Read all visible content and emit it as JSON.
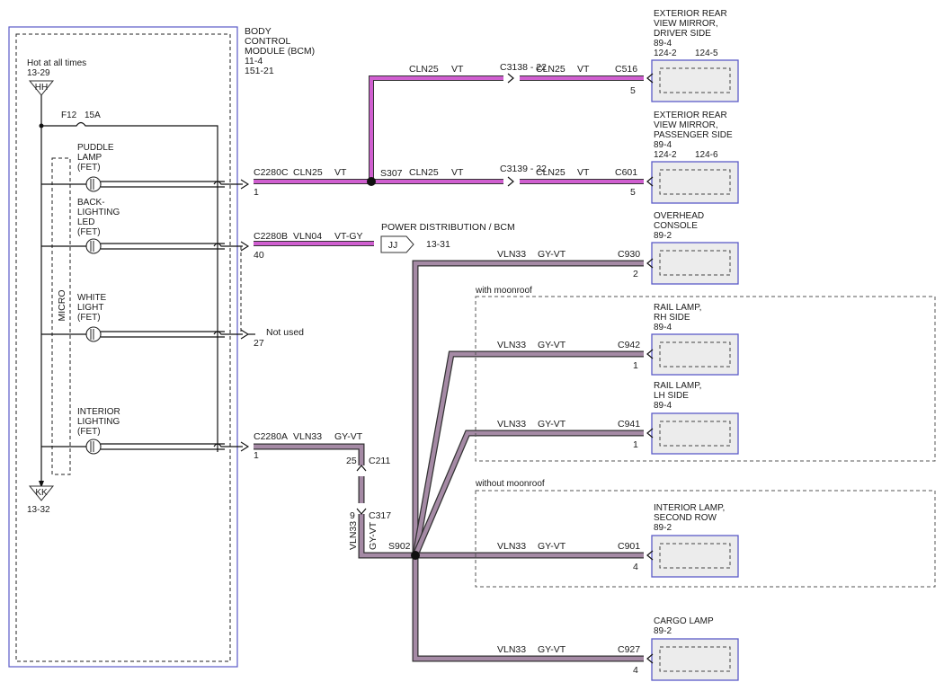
{
  "bcm": {
    "title_lines": [
      "BODY",
      "CONTROL",
      "MODULE (BCM)"
    ],
    "ref_lines": [
      "11-4",
      "151-21"
    ]
  },
  "power": {
    "label": "Hot at all times",
    "ref": "13-29",
    "tag": "HH",
    "fuse_label": "F12",
    "fuse_rating": "15A"
  },
  "ground": {
    "tag": "KK",
    "ref": "13-32"
  },
  "micro_label": "MICRO",
  "fets": [
    {
      "lines": [
        "PUDDLE",
        "LAMP",
        "(FET)"
      ]
    },
    {
      "lines": [
        "BACK-",
        "LIGHTING",
        "LED",
        "(FET)"
      ]
    },
    {
      "lines": [
        "WHITE",
        "LIGHT",
        "(FET)"
      ]
    },
    {
      "lines": [
        "INTERIOR",
        "LIGHTING",
        "(FET)"
      ]
    }
  ],
  "bcm_outputs": [
    {
      "connector": "C2280C",
      "pin": "1",
      "circuit": "CLN25",
      "color": "VT"
    },
    {
      "connector": "C2280B",
      "pin": "40",
      "circuit": "VLN04",
      "color": "VT-GY"
    },
    {
      "connector": "",
      "pin": "27",
      "circuit": "",
      "color": "",
      "note": "Not used"
    },
    {
      "connector": "C2280A",
      "pin": "1",
      "circuit": "VLN33",
      "color": "GY-VT"
    }
  ],
  "splices": {
    "s307": "S307",
    "s902": "S902"
  },
  "inline_connectors": {
    "c3138": "C3138 - 22",
    "c3139": "C3139 - 22",
    "c211": {
      "label": "C211",
      "pin": "25"
    },
    "c317": {
      "label": "C317",
      "pin": "9"
    }
  },
  "vertical_wire": {
    "circuit": "VLN33",
    "color": "GY-VT"
  },
  "power_distribution": {
    "label": "POWER DISTRIBUTION / BCM",
    "tag": "JJ",
    "ref": "13-31"
  },
  "wire_labels": {
    "s307_up": {
      "circuit": "CLN25",
      "color": "VT"
    },
    "s307_right": {
      "circuit": "CLN25",
      "color": "VT"
    },
    "c516_wire": {
      "circuit": "CLN25",
      "color": "VT"
    },
    "c601_wire": {
      "circuit": "CLN25",
      "color": "VT"
    }
  },
  "groups": {
    "with_moonroof": "with moonroof",
    "without_moonroof": "without moonroof"
  },
  "components": [
    {
      "lines": [
        "EXTERIOR REAR",
        "VIEW MIRROR,",
        "DRIVER SIDE",
        "89-4"
      ],
      "refs": [
        "124-2",
        "124-5"
      ],
      "connector": "C516",
      "pin": "5"
    },
    {
      "lines": [
        "EXTERIOR REAR",
        "VIEW MIRROR,",
        "PASSENGER SIDE",
        "89-4"
      ],
      "refs": [
        "124-2",
        "124-6"
      ],
      "connector": "C601",
      "pin": "5"
    },
    {
      "lines": [
        "OVERHEAD",
        "CONSOLE",
        "89-2"
      ],
      "refs": [],
      "connector": "C930",
      "pin": "2",
      "circuit": "VLN33",
      "color": "GY-VT"
    },
    {
      "lines": [
        "RAIL LAMP,",
        "RH SIDE",
        "89-4"
      ],
      "refs": [],
      "connector": "C942",
      "pin": "1",
      "circuit": "VLN33",
      "color": "GY-VT"
    },
    {
      "lines": [
        "RAIL LAMP,",
        "LH SIDE",
        "89-4"
      ],
      "refs": [],
      "connector": "C941",
      "pin": "1",
      "circuit": "VLN33",
      "color": "GY-VT"
    },
    {
      "lines": [
        "INTERIOR LAMP,",
        "SECOND ROW",
        "89-2"
      ],
      "refs": [],
      "connector": "C901",
      "pin": "4",
      "circuit": "VLN33",
      "color": "GY-VT"
    },
    {
      "lines": [
        "CARGO LAMP",
        "89-2"
      ],
      "refs": [],
      "connector": "C927",
      "pin": "4",
      "circuit": "VLN33",
      "color": "GY-VT"
    }
  ]
}
